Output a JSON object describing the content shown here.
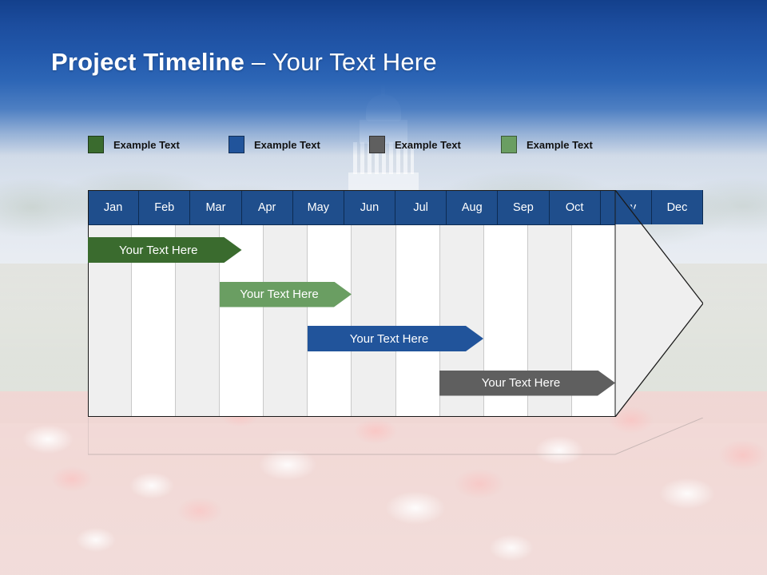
{
  "slide": {
    "title_bold": "Project Timeline",
    "title_rest": " – Your Text Here"
  },
  "legend": {
    "items": [
      {
        "label": "Example Text",
        "color": "#3a6b2e",
        "name": "legend-swatch-dark-green"
      },
      {
        "label": "Example Text",
        "color": "#21549b",
        "name": "legend-swatch-blue"
      },
      {
        "label": "Example Text",
        "color": "#5f5f5f",
        "name": "legend-swatch-gray"
      },
      {
        "label": "Example Text",
        "color": "#6a9e62",
        "name": "legend-swatch-light-green"
      }
    ]
  },
  "timeline": {
    "months": [
      "Jan",
      "Feb",
      "Mar",
      "Apr",
      "May",
      "Jun",
      "Jul",
      "Aug",
      "Sep",
      "Oct",
      "Nov",
      "Dec"
    ],
    "header_bg": "#1f4e8c",
    "header_text_color": "#ffffff",
    "body_stripe_a": "#efefef",
    "body_stripe_b": "#ffffff",
    "arrow_body_color": "#efefef",
    "bars": [
      {
        "label": "Your  Text Here",
        "color": "#3a6b2e",
        "start_month": 0,
        "end_month": 3.5,
        "row": 0
      },
      {
        "label": "Your  Text Here",
        "color": "#6a9e62",
        "start_month": 3,
        "end_month": 6,
        "row": 1
      },
      {
        "label": "Your  Text Here",
        "color": "#21549b",
        "start_month": 5,
        "end_month": 9,
        "row": 2
      },
      {
        "label": "Your  Text Here",
        "color": "#5f5f5f",
        "start_month": 8,
        "end_month": 12,
        "row": 3
      }
    ]
  },
  "chart_data": {
    "type": "bar",
    "title": "Project Timeline – Your Text Here",
    "xlabel": "",
    "ylabel": "",
    "categories": [
      "Jan",
      "Feb",
      "Mar",
      "Apr",
      "May",
      "Jun",
      "Jul",
      "Aug",
      "Sep",
      "Oct",
      "Nov",
      "Dec"
    ],
    "series": [
      {
        "name": "Your  Text Here",
        "color": "#3a6b2e",
        "start": "Jan",
        "end": "Apr",
        "start_index": 0,
        "end_index": 3.5
      },
      {
        "name": "Your  Text Here",
        "color": "#6a9e62",
        "start": "Apr",
        "end": "Jun",
        "start_index": 3,
        "end_index": 6
      },
      {
        "name": "Your  Text Here",
        "color": "#21549b",
        "start": "Jun",
        "end": "Sep",
        "start_index": 5,
        "end_index": 9
      },
      {
        "name": "Your  Text Here",
        "color": "#5f5f5f",
        "start": "Sep",
        "end": "Dec",
        "start_index": 8,
        "end_index": 12
      }
    ],
    "legend_entries": [
      "Example Text",
      "Example Text",
      "Example Text",
      "Example Text"
    ],
    "legend_position": "top",
    "grid": true,
    "xlim": [
      0,
      12
    ]
  }
}
